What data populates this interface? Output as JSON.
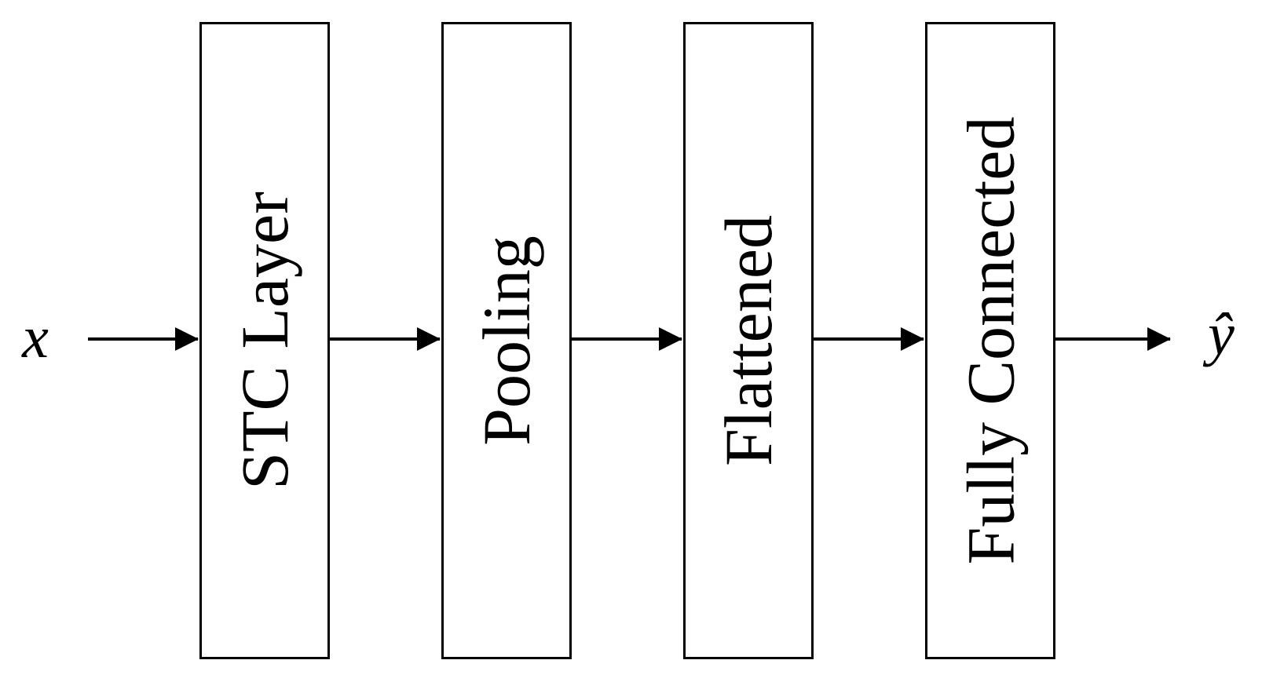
{
  "figure": {
    "type": "flow-diagram",
    "description_of_flow": "input -> STC Layer -> Pooling -> Flattened -> Fully Connected -> output",
    "input_label": "x",
    "output_label": "ŷ",
    "nodes": [
      {
        "label": "STC Layer"
      },
      {
        "label": "Pooling"
      },
      {
        "label": "Flattened"
      },
      {
        "label": "Fully Connected"
      }
    ],
    "colors": {
      "background": "#ffffff",
      "box_fill": "#ffffff",
      "box_stroke": "#000000",
      "text": "#000000",
      "arrow": "#000000"
    }
  }
}
